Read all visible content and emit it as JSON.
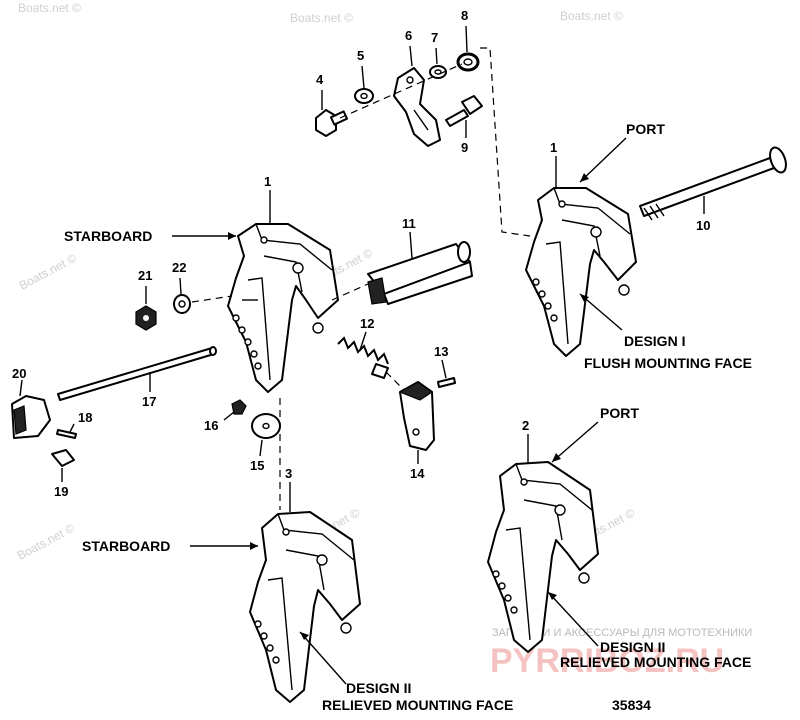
{
  "watermarks": {
    "boats_net": "Boats.net ©",
    "shop_tagline": "ЗАПЧАСТИ И АКСЕССУАРЫ ДЛЯ МОТОТЕХНИКИ"
  },
  "callouts": {
    "n1a": "1",
    "n1b": "1",
    "n2": "2",
    "n3": "3",
    "n4": "4",
    "n5": "5",
    "n6": "6",
    "n7": "7",
    "n8": "8",
    "n9": "9",
    "n10": "10",
    "n11": "11",
    "n12": "12",
    "n13": "13",
    "n14": "14",
    "n15": "15",
    "n16": "16",
    "n17": "17",
    "n18": "18",
    "n19": "19",
    "n20": "20",
    "n21": "21",
    "n22": "22"
  },
  "labels": {
    "starboard_top": "STARBOARD",
    "starboard_bottom": "STARBOARD",
    "port_top": "PORT",
    "port_bottom": "PORT",
    "design1_line1": "DESIGN I",
    "design1_line2": "FLUSH MOUNTING FACE",
    "design2_right_line1": "DESIGN II",
    "design2_right_line2": "RELIEVED MOUNTING FACE",
    "design2_bottom_line1": "DESIGN II",
    "design2_bottom_line2": "RELIEVED MOUNTING FACE"
  },
  "figure_number": "35834"
}
